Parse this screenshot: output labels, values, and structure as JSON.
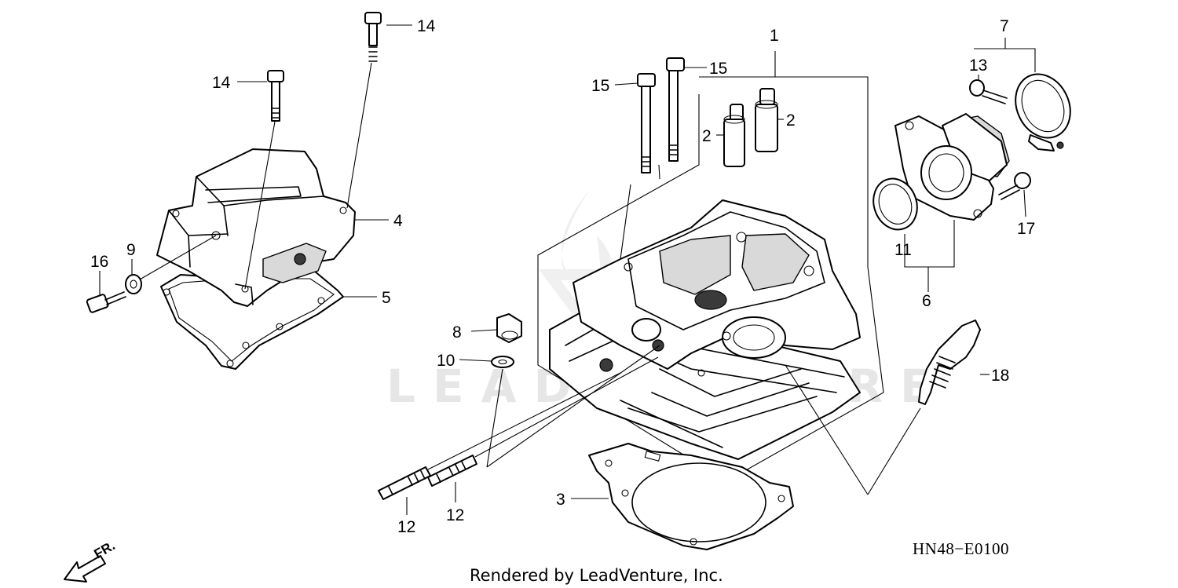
{
  "diagram_code": "HN48−E0100",
  "credit": "Rendered by LeadVenture, Inc.",
  "watermark": "LEADVENTURE",
  "direction_marker": "FR.",
  "callouts": [
    "1",
    "2",
    "2",
    "3",
    "4",
    "5",
    "6",
    "7",
    "8",
    "9",
    "10",
    "11",
    "12",
    "12",
    "13",
    "14",
    "14",
    "15",
    "15",
    "16",
    "17",
    "18"
  ]
}
